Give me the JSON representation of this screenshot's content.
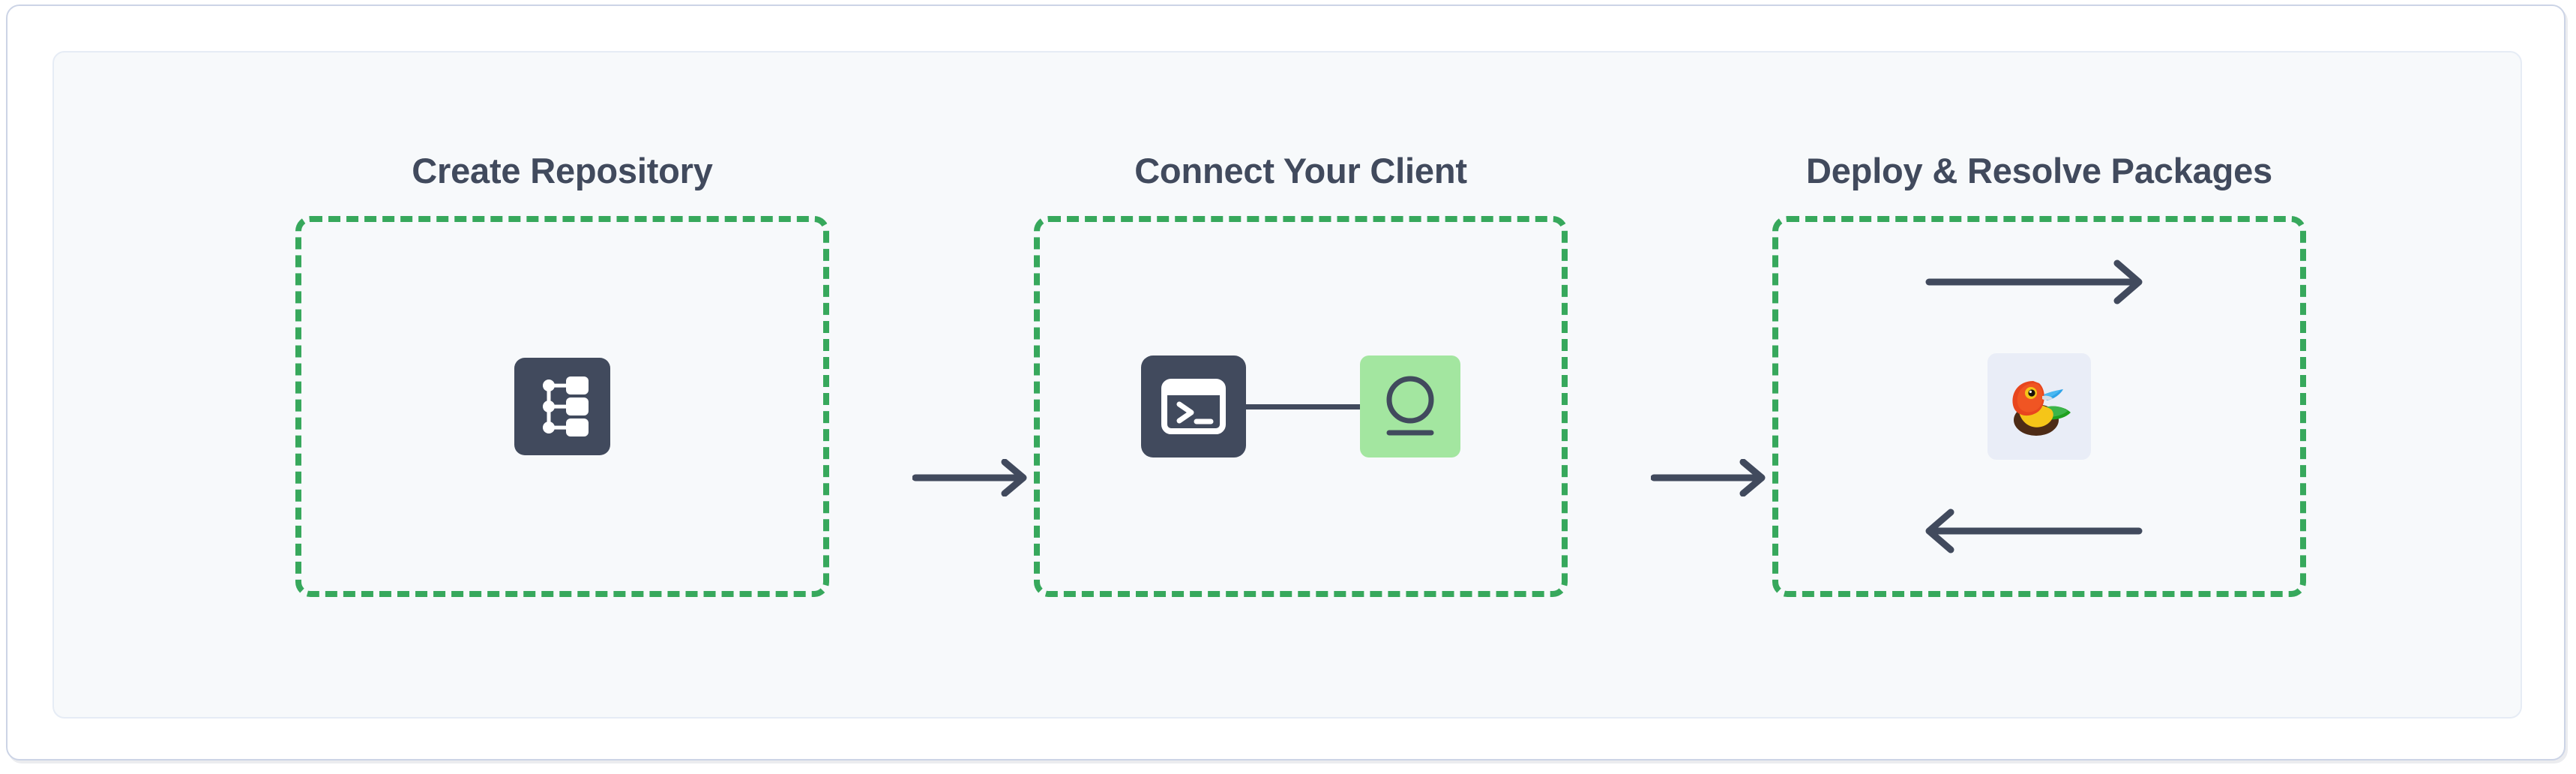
{
  "diagram": {
    "title_color": "#414a5d",
    "accent_green": "#37a85c",
    "client_tile_green": "#a3e6a0",
    "dark_tile": "#414a5d",
    "panel_bg": "#f7f9fb",
    "card_bg": "#ffffff",
    "card_border": "#ccd4e6",
    "stages": [
      {
        "id": "create-repository",
        "title": "Create Repository",
        "icons": [
          "repository-hierarchy-icon"
        ]
      },
      {
        "id": "connect-your-client",
        "title": "Connect Your Client",
        "icons": [
          "terminal-icon",
          "connection-line",
          "client-package-icon"
        ]
      },
      {
        "id": "deploy-resolve-packages",
        "title": "Deploy & Resolve Packages",
        "icons": [
          "arrow-right-upload-icon",
          "conan-bird-logo",
          "arrow-left-download-icon"
        ]
      }
    ],
    "connectors": [
      {
        "id": "connector-1",
        "icon": "arrow-right-icon"
      },
      {
        "id": "connector-2",
        "icon": "arrow-right-icon"
      }
    ]
  }
}
